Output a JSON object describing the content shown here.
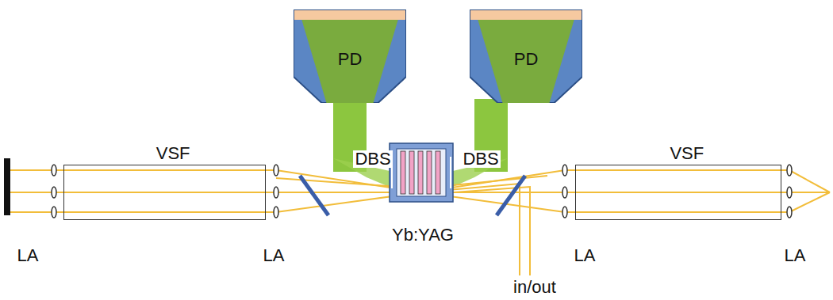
{
  "diagram": {
    "nodes": [
      {
        "text": [
          "PD"
        ]
      },
      {
        "text": [
          "PD"
        ]
      },
      {
        "text": [
          "VSF"
        ]
      },
      {
        "text": [
          "Yb:YAG"
        ]
      },
      {
        "text": [
          "VSF"
        ]
      }
    ],
    "labels": [
      "DBS",
      "DBS",
      "LA",
      "LA",
      "LA",
      "LA",
      "in/out"
    ]
  }
}
